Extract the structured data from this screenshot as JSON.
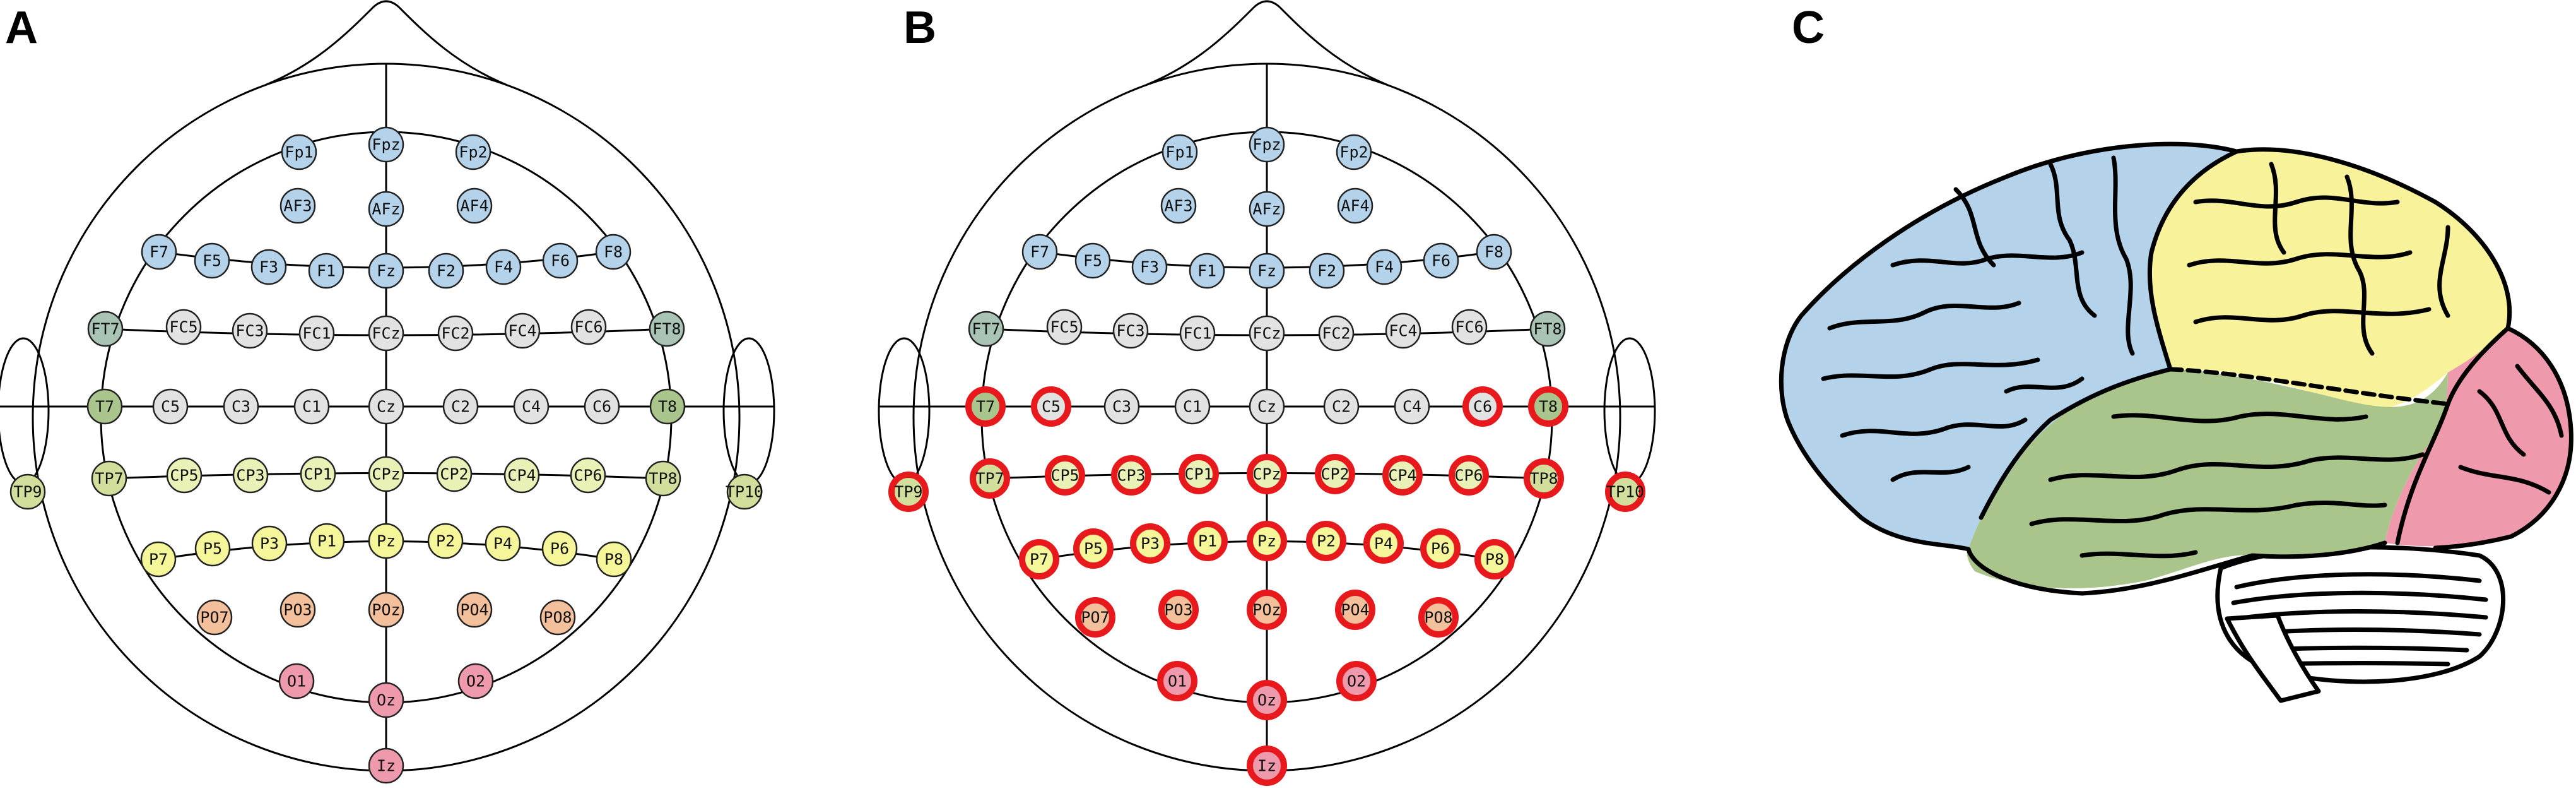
{
  "panels": {
    "a": "A",
    "b": "B",
    "c": "C"
  },
  "colors": {
    "frontal": "#b4d3ea",
    "frontotemporal": "#a9c4b4",
    "central": "#e2e2e2",
    "temporal": "#a9c58b",
    "centroparietal": "#eaf1b7",
    "temporoparietal": "#d2de9b",
    "parietal": "#f5f59a",
    "parietooccipital": "#f3c09b",
    "occipital": "#ef9aac",
    "highlight": "#e8191c",
    "brain_frontal": "#b4d3ea",
    "brain_parietal": "#f8f39a",
    "brain_temporal": "#a9c58b",
    "brain_occipital": "#ef9aac",
    "brain_cerebellum": "#ffffff"
  },
  "electrodes": [
    {
      "label": "Fp1",
      "region": "frontal"
    },
    {
      "label": "Fpz",
      "region": "frontal"
    },
    {
      "label": "Fp2",
      "region": "frontal"
    },
    {
      "label": "AF3",
      "region": "frontal"
    },
    {
      "label": "AFz",
      "region": "frontal"
    },
    {
      "label": "AF4",
      "region": "frontal"
    },
    {
      "label": "F7",
      "region": "frontal"
    },
    {
      "label": "F5",
      "region": "frontal"
    },
    {
      "label": "F3",
      "region": "frontal"
    },
    {
      "label": "F1",
      "region": "frontal"
    },
    {
      "label": "Fz",
      "region": "frontal"
    },
    {
      "label": "F2",
      "region": "frontal"
    },
    {
      "label": "F4",
      "region": "frontal"
    },
    {
      "label": "F6",
      "region": "frontal"
    },
    {
      "label": "F8",
      "region": "frontal"
    },
    {
      "label": "FT7",
      "region": "frontotemporal"
    },
    {
      "label": "FC5",
      "region": "central"
    },
    {
      "label": "FC3",
      "region": "central"
    },
    {
      "label": "FC1",
      "region": "central"
    },
    {
      "label": "FCz",
      "region": "central"
    },
    {
      "label": "FC2",
      "region": "central"
    },
    {
      "label": "FC4",
      "region": "central"
    },
    {
      "label": "FC6",
      "region": "central"
    },
    {
      "label": "FT8",
      "region": "frontotemporal"
    },
    {
      "label": "T7",
      "region": "temporal",
      "highlight": true
    },
    {
      "label": "C5",
      "region": "central",
      "highlight": true
    },
    {
      "label": "C3",
      "region": "central"
    },
    {
      "label": "C1",
      "region": "central"
    },
    {
      "label": "Cz",
      "region": "central"
    },
    {
      "label": "C2",
      "region": "central"
    },
    {
      "label": "C4",
      "region": "central"
    },
    {
      "label": "C6",
      "region": "central",
      "highlight": true
    },
    {
      "label": "T8",
      "region": "temporal",
      "highlight": true
    },
    {
      "label": "TP9",
      "region": "temporoparietal",
      "highlight": true
    },
    {
      "label": "TP7",
      "region": "temporoparietal",
      "highlight": true
    },
    {
      "label": "CP5",
      "region": "centroparietal",
      "highlight": true
    },
    {
      "label": "CP3",
      "region": "centroparietal",
      "highlight": true
    },
    {
      "label": "CP1",
      "region": "centroparietal",
      "highlight": true
    },
    {
      "label": "CPz",
      "region": "centroparietal",
      "highlight": true
    },
    {
      "label": "CP2",
      "region": "centroparietal",
      "highlight": true
    },
    {
      "label": "CP4",
      "region": "centroparietal",
      "highlight": true
    },
    {
      "label": "CP6",
      "region": "centroparietal",
      "highlight": true
    },
    {
      "label": "TP8",
      "region": "temporoparietal",
      "highlight": true
    },
    {
      "label": "TP10",
      "region": "temporoparietal",
      "highlight": true
    },
    {
      "label": "P7",
      "region": "parietal",
      "highlight": true
    },
    {
      "label": "P5",
      "region": "parietal",
      "highlight": true
    },
    {
      "label": "P3",
      "region": "parietal",
      "highlight": true
    },
    {
      "label": "P1",
      "region": "parietal",
      "highlight": true
    },
    {
      "label": "Pz",
      "region": "parietal",
      "highlight": true
    },
    {
      "label": "P2",
      "region": "parietal",
      "highlight": true
    },
    {
      "label": "P4",
      "region": "parietal",
      "highlight": true
    },
    {
      "label": "P6",
      "region": "parietal",
      "highlight": true
    },
    {
      "label": "P8",
      "region": "parietal",
      "highlight": true
    },
    {
      "label": "PO7",
      "region": "parietooccipital",
      "highlight": true
    },
    {
      "label": "PO3",
      "region": "parietooccipital",
      "highlight": true
    },
    {
      "label": "POz",
      "region": "parietooccipital",
      "highlight": true
    },
    {
      "label": "PO4",
      "region": "parietooccipital",
      "highlight": true
    },
    {
      "label": "PO8",
      "region": "parietooccipital",
      "highlight": true
    },
    {
      "label": "O1",
      "region": "occipital",
      "highlight": true
    },
    {
      "label": "Oz",
      "region": "occipital",
      "highlight": true
    },
    {
      "label": "O2",
      "region": "occipital",
      "highlight": true
    },
    {
      "label": "Iz",
      "region": "occipital",
      "highlight": true
    }
  ]
}
